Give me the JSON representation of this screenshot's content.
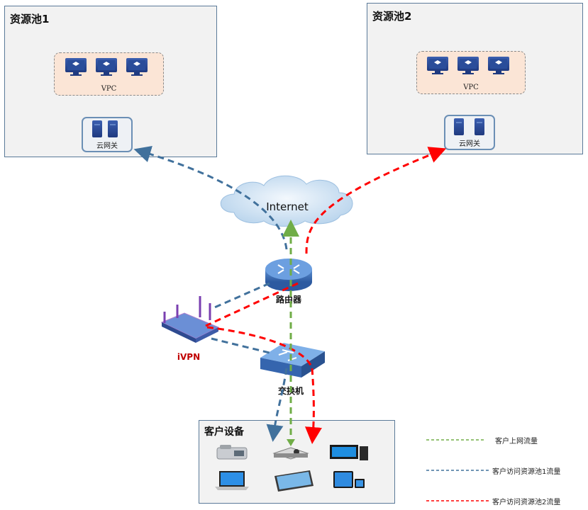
{
  "pools": [
    {
      "title": "资源池1",
      "vpc_label": "VPC",
      "gateway_label": "云网关"
    },
    {
      "title": "资源池2",
      "vpc_label": "VPC",
      "gateway_label": "云网关"
    }
  ],
  "internet_label": "Internet",
  "router_label": "路由器",
  "ivpn_label": "iVPN",
  "switch_label": "交换机",
  "customer_title": "客户设备",
  "legend": [
    {
      "text": "客户上网流量",
      "color": "#70ad47"
    },
    {
      "text": "客户访问资源池1流量",
      "color": "#41719c"
    },
    {
      "text": "客户访问资源池2流量",
      "color": "#ff0000"
    }
  ],
  "colors": {
    "internet_flow": "#70ad47",
    "pool1_flow": "#41719c",
    "pool2_flow": "#ff0000",
    "ivpn_label": "#c00000"
  }
}
